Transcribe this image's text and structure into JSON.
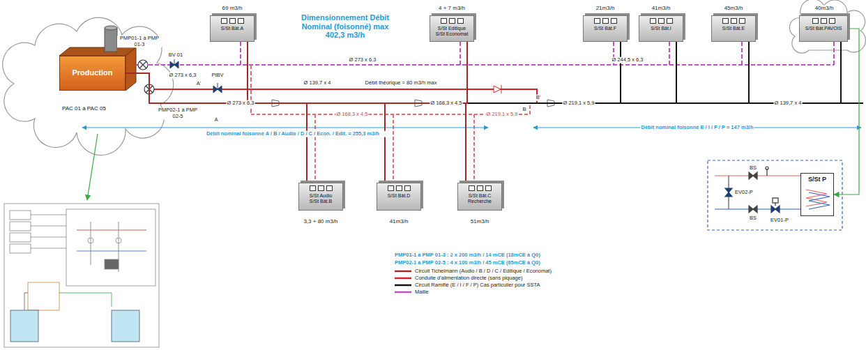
{
  "diagram": {
    "nodes": [
      {
        "text": [
          "Production",
          "PAC 01 à PAC 05"
        ]
      },
      {
        "text": [
          "S/St Bât.A"
        ]
      },
      {
        "text": [
          "S/St Editique",
          "S/St Economat"
        ]
      },
      {
        "text": [
          "S/St Bât.F"
        ]
      },
      {
        "text": [
          "S/St Bât.I"
        ]
      },
      {
        "text": [
          "S/St Bât.E"
        ]
      },
      {
        "text": [
          "S/St Bât.PAVOIS"
        ]
      },
      {
        "text": [
          "S/St Audio",
          "S/St Bât.B"
        ]
      },
      {
        "text": [
          "S/St Bât.D"
        ]
      },
      {
        "text": [
          "S/St Bât.C",
          "Recherche"
        ]
      },
      {
        "text": [
          "S/St P"
        ]
      }
    ],
    "edges": [
      {
        "from": 0,
        "to": 1,
        "arrow": "none"
      },
      {
        "from": 0,
        "to": 2,
        "arrow": "none"
      },
      {
        "from": 0,
        "to": 3,
        "arrow": "none"
      },
      {
        "from": 0,
        "to": 4,
        "arrow": "none"
      },
      {
        "from": 0,
        "to": 5,
        "arrow": "none"
      },
      {
        "from": 0,
        "to": 6,
        "arrow": "none"
      },
      {
        "from": 0,
        "to": 7,
        "arrow": "none"
      },
      {
        "from": 0,
        "to": 8,
        "arrow": "none"
      },
      {
        "from": 0,
        "to": 9,
        "arrow": "none"
      },
      {
        "from": 6,
        "to": 10,
        "arrow": "to"
      }
    ],
    "labels": [
      "69 m3/h",
      "4 + 7 m3/h",
      "21m3/h",
      "41m3/h",
      "45m3/h",
      "40m3/h",
      "Dimensionnement Débit Nominal (foisonné) max 402,3 m3/h",
      "PMP01-1 à PMP 01-3",
      "BV 01",
      "PMP02-1 à PMP 02-5",
      "PIBV",
      "Ø 273 x 6,3",
      "Ø 273 x 6,3",
      "Ø 139,7 x 4",
      "Débit théorique = 80 m3/h max",
      "A'",
      "A",
      "Ø 273 x 6,3",
      "Ø 168,3 x 4,5",
      "Ø 168,3 x 4,5",
      "B",
      "Ø 219,1 x 5,9",
      "B'",
      "Ø 244,5 x 6,3",
      "Ø 219,1 x 5,9",
      "Ø 139,7 x 4",
      "Débit nominal foisonné E / I / F / P = 147 m3/h",
      "Débit nominal foisonné A / B / Audio / D / C / Econ. / Edit. = 255,3 m3/h",
      "3,3 + 80 m3/h",
      "41m3/h",
      "51m3/h",
      "PMP01-1 à PMP 01-3 : 2 x 200 m3/h / 14 mCE (18mCE à Q0)",
      "PMP02-1 à PMP 02-5 : 4 x 100 m3/h / 45 mCE (65mCE à Q0)",
      "BS",
      "BS",
      "EV02-P",
      "EV01-P"
    ],
    "legend": [
      {
        "text": "Circuit Tichelmann (Audio / B / D / C / Editique / Economat)"
      },
      {
        "text": "Conduite d'alimentation directe (sans piquage)"
      },
      {
        "text": "Circuit Ramifié (E / I / F / P) Cas particulier pour SSTA"
      },
      {
        "text": "Maille"
      }
    ]
  }
}
